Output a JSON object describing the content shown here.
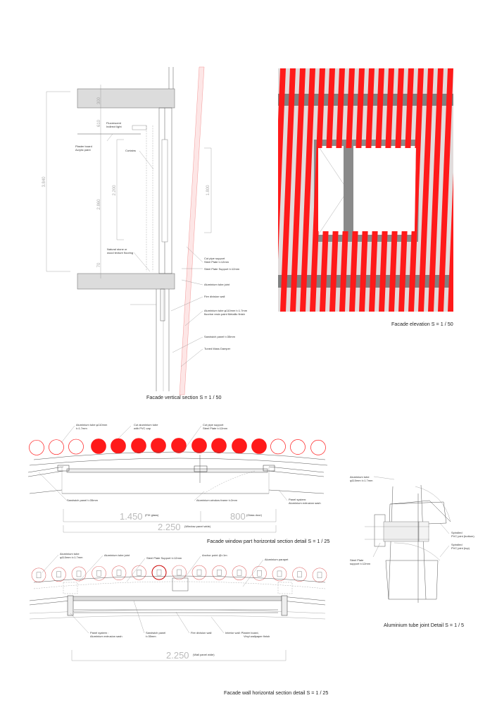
{
  "colors": {
    "accent_red": "#ff1a1a",
    "concrete_gray": "#dcdcdc",
    "band_gray": "#808080",
    "elevation_bg": "#e2dcdc"
  },
  "vertical_section": {
    "caption": "Facade vertical section S = 1 / 50",
    "dims": {
      "slab": "300",
      "ceiling": "610",
      "floor_height": "2.860",
      "floor_finish": "70",
      "total": "3.840",
      "window": "2.200",
      "tube_span": "1.800"
    },
    "labels": {
      "light": [
        "Fluorescent",
        "Indirect light"
      ],
      "plaster": [
        "Plaster board",
        "Acrylic paint"
      ],
      "curtains": "Curtains",
      "flooring": [
        "Natural stone or",
        "wood texture flooring"
      ],
      "cut_pipe": [
        "Cut pipe support",
        "Steel Plate t=12mm"
      ],
      "steel_plate": "Steel Plate Support t=12mm",
      "tube_joint": "Aluminium tube joint",
      "fire_wall": "Fire division wall",
      "tube": [
        "Aluminium tube φ110mm t=1.7mm",
        "fluorine resin paint Metallic finish"
      ],
      "sandwich": "Sandwich panel t=35mm",
      "damper": "Tuned Mass Damper"
    }
  },
  "elevation": {
    "caption": "Facade elevation S = 1 / 50"
  },
  "window_section": {
    "caption": "Facade window part horizontal section detail S = 1 / 25",
    "labels": {
      "tube": [
        "Aluminium tube φ110mm",
        "t=1.7mm"
      ],
      "cut_tube": [
        "Cut aluminium tube",
        "with PVC cap"
      ],
      "cut_pipe": [
        "Cut pipe support",
        "Steel Plate t=12mm"
      ],
      "sandwich": "Sandwich panel t=35mm",
      "frame": "Aluminium window frame t=2mm",
      "panel_system": [
        "Panel system:",
        "Aluminium extrusion sash"
      ]
    },
    "dims": {
      "fix": {
        "value": "1.450",
        "note": "(FIX glass)"
      },
      "door": {
        "value": "800",
        "note": "(Glass door)"
      },
      "total": {
        "value": "2.250",
        "note": "(Window panel wide)"
      }
    }
  },
  "wall_section": {
    "caption": "Facade wall horizontal section detail S = 1 / 25",
    "labels": {
      "tube": [
        "Aluminium tube",
        "φ110mm t=1.7mm"
      ],
      "tube_joint": "Aluminium tube joint",
      "steel_plate": "Steel Plate Support t=12mm",
      "anchor": "Anchor point @=1m",
      "parapet": "Aluminium parapet",
      "panel_system": [
        "Panel system :",
        "Aluminium extrusion sash"
      ],
      "sandwich": [
        "Sandwich panel",
        "t=35mm"
      ],
      "fire_wall": "Fire division wall",
      "interior": [
        "Interior wall: Plaster board,",
        "Vinyl wallpaper finish"
      ]
    },
    "dims": {
      "total": {
        "value": "2.250",
        "note": "(Wall panel wide)"
      }
    }
  },
  "joint_detail": {
    "caption": "Aluminium tube joint Detail S = 1 / 5",
    "labels": {
      "tube": [
        "Aluminium tube",
        "φ110mm t=1.7mm"
      ],
      "pvc_bottom": [
        "Spindled",
        "PVC joint (bottom)"
      ],
      "pvc_top": [
        "Spindled",
        "PVC joint (top)"
      ],
      "steel_plate": [
        "Steel Plate",
        "support t=12mm"
      ]
    }
  }
}
